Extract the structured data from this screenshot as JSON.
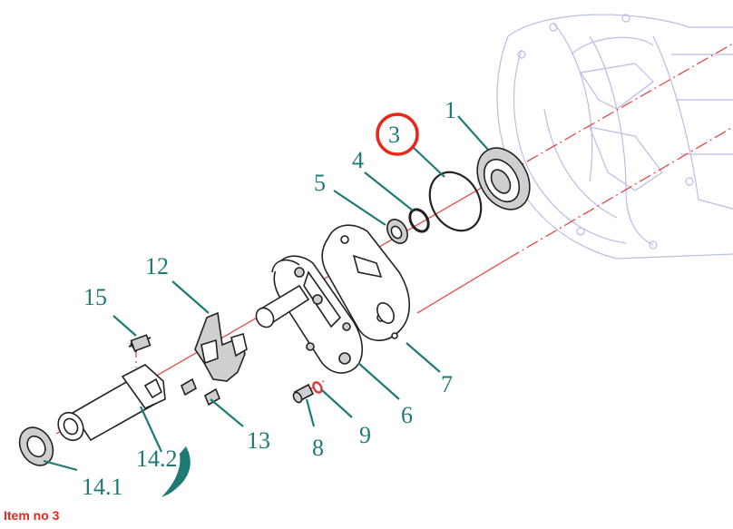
{
  "callouts": {
    "c1": "1",
    "c3": "3",
    "c4": "4",
    "c5": "5",
    "c6": "6",
    "c7": "7",
    "c8": "8",
    "c9": "9",
    "c12": "12",
    "c13": "13",
    "c14_1": "14.1",
    "c14_2": "14.2",
    "c15": "15"
  },
  "caption": "Item no 3",
  "colors": {
    "callout_text": "#1d7a74",
    "highlight_circle": "#e8261c",
    "axis_line": "#e43b3b",
    "housing_line": "#b9bde6",
    "caption_text": "#e8261c"
  }
}
